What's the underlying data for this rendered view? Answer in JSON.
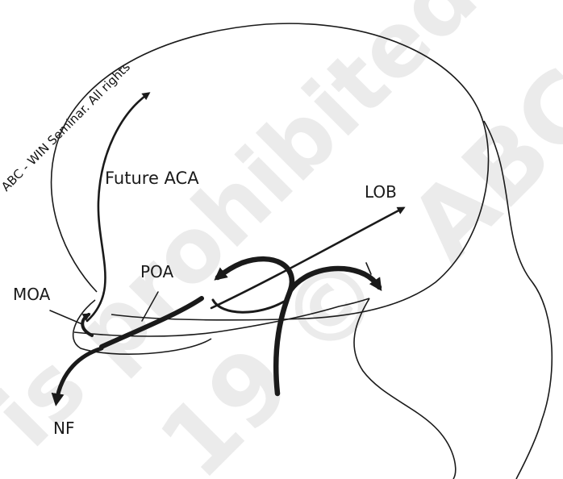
{
  "watermark": {
    "line1": "ABC - WIN Seminar. All rights",
    "background_marks": [
      "is prohibited",
      "19 ©",
      "ABC"
    ]
  },
  "labels": {
    "future_aca": "Future ACA",
    "lob": "LOB",
    "poa": "POA",
    "moa": "MOA",
    "nf": "NF"
  },
  "colors": {
    "line": "#1a1a1a",
    "watermark": "#ebebeb",
    "background": "#ffffff"
  }
}
